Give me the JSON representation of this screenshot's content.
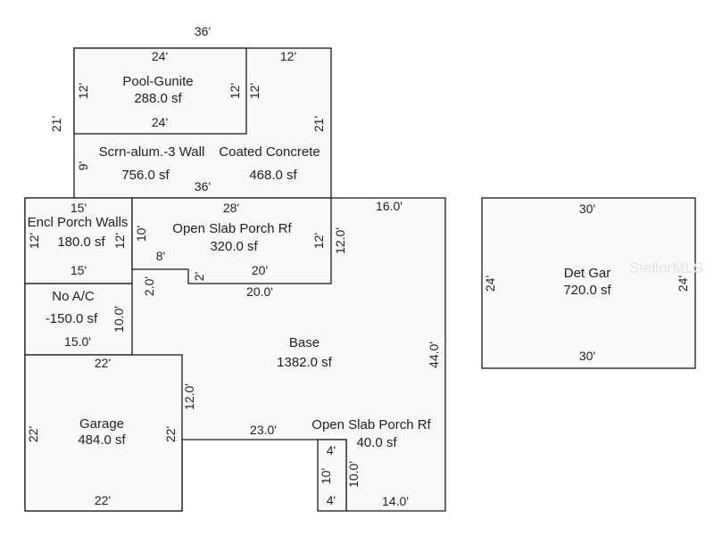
{
  "areas": {
    "pool": {
      "name": "Pool-Gunite",
      "area": "288.0 sf"
    },
    "screen": {
      "name": "Scrn-alum.-3 Wall",
      "area": "756.0 sf"
    },
    "coated": {
      "name": "Coated Concrete",
      "area": "468.0 sf"
    },
    "encl": {
      "name": "Encl Porch Walls",
      "area": "180.0 sf"
    },
    "openslab1": {
      "name": "Open Slab Porch Rf",
      "area": "320.0 sf"
    },
    "noac": {
      "name": "No A/C",
      "area": "-150.0 sf"
    },
    "base": {
      "name": "Base",
      "area": "1382.0 sf"
    },
    "garage": {
      "name": "Garage",
      "area": "484.0 sf"
    },
    "openslab2": {
      "name": "Open Slab Porch Rf",
      "area": "40.0 sf"
    },
    "detgar": {
      "name": "Det Gar",
      "area": "720.0 sf"
    }
  },
  "dims": {
    "top36": "36'",
    "pool_top": "24'",
    "pool_bottom": "24'",
    "pool_left": "12'",
    "pool_right": "12'",
    "coated_top": "12'",
    "coated_left": "12'",
    "screen_left": "21'",
    "screen_right": "21'",
    "screen_9": "9'",
    "screen_bottom": "36'",
    "encl_top": "15'",
    "encl_bottom": "15'",
    "encl_left": "12'",
    "encl_right": "12'",
    "slab_top": "28'",
    "slab_left": "10'",
    "slab_right": "12'",
    "slab_8": "8'",
    "slab_20": "20'",
    "slab_2": "2'",
    "base_16": "16.0'",
    "base_12": "12.0'",
    "base_2": "2.0'",
    "base_20": "20.0'",
    "base_44": "44.0'",
    "base_23": "23.0'",
    "base_14": "14.0'",
    "base_12b": "12.0'",
    "noac_10": "10.0'",
    "noac_15": "15.0'",
    "garage_top": "22'",
    "garage_bottom": "22'",
    "garage_left": "22'",
    "garage_right": "22'",
    "slab2_top": "4'",
    "slab2_bottom": "4'",
    "slab2_left": "10'",
    "slab2_right": "10.0'",
    "det_top": "30'",
    "det_bottom": "30'",
    "det_left": "24'",
    "det_right": "24'"
  },
  "watermark": "StellorMLS"
}
